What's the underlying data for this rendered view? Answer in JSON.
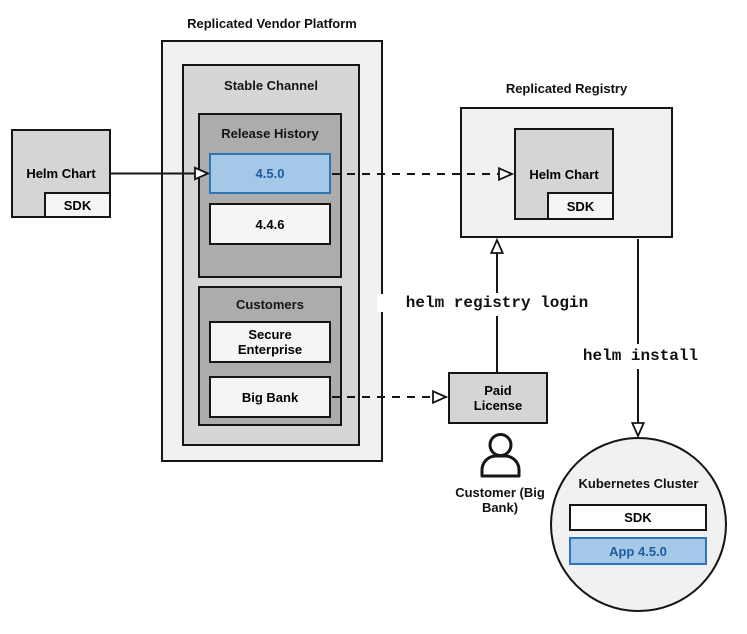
{
  "vendor_platform": {
    "title": "Replicated Vendor Platform",
    "stable_channel": {
      "title": "Stable Channel",
      "release_history": {
        "title": "Release History",
        "releases": [
          {
            "version": "4.5.0",
            "highlighted": true
          },
          {
            "version": "4.4.6",
            "highlighted": false
          }
        ]
      },
      "customers": {
        "title": "Customers",
        "items": [
          {
            "name": "Secure Enterprise"
          },
          {
            "name": "Big Bank"
          }
        ]
      }
    }
  },
  "source_chart": {
    "label": "Helm Chart",
    "sdk": "SDK"
  },
  "registry": {
    "title": "Replicated Registry",
    "chart_label": "Helm Chart",
    "sdk": "SDK"
  },
  "license": {
    "label": "Paid License"
  },
  "customer": {
    "label": "Customer (Big Bank)"
  },
  "cluster": {
    "title": "Kubernetes Cluster",
    "sdk": "SDK",
    "app": "App 4.5.0"
  },
  "commands": {
    "registry_login": "helm registry login",
    "install": "helm install"
  },
  "colors": {
    "highlight_fill": "#A5C7E8",
    "highlight_border": "#2E75B6",
    "highlight_text": "#1D5C9E",
    "container_fill": "#F1F1F1",
    "channel_fill": "#D6D6D6",
    "group_fill": "#ACACAC",
    "item_fill": "#F5F5F5",
    "chart_fill": "#D5D5D5",
    "line": "#151515"
  }
}
